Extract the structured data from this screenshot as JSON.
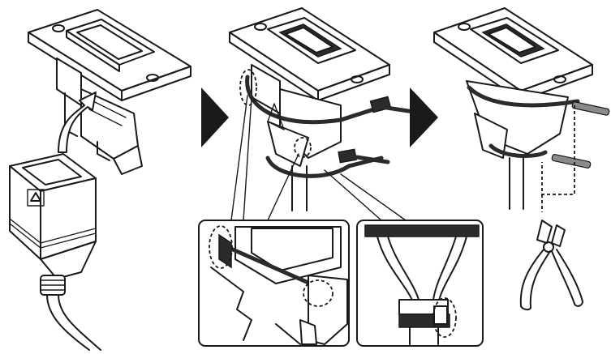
{
  "diagram": {
    "steps": [
      {
        "id": "step-1",
        "icons": [
          "mounting-bracket",
          "socket-connector",
          "insert-arrow"
        ]
      },
      {
        "id": "step-2",
        "icons": [
          "mounting-bracket",
          "cable-tie"
        ]
      },
      {
        "id": "step-3",
        "icons": [
          "mounting-bracket",
          "cut-ends",
          "side-cutter-pliers"
        ]
      }
    ],
    "details": [
      {
        "id": "detail-left",
        "icons": [
          "cable-tie-closeup"
        ]
      },
      {
        "id": "detail-right",
        "icons": [
          "cable-tie-closeup"
        ]
      }
    ],
    "colors": {
      "ink": "#1a1a1a",
      "arrow": "#1a1a1a",
      "background": "#ffffff"
    }
  }
}
